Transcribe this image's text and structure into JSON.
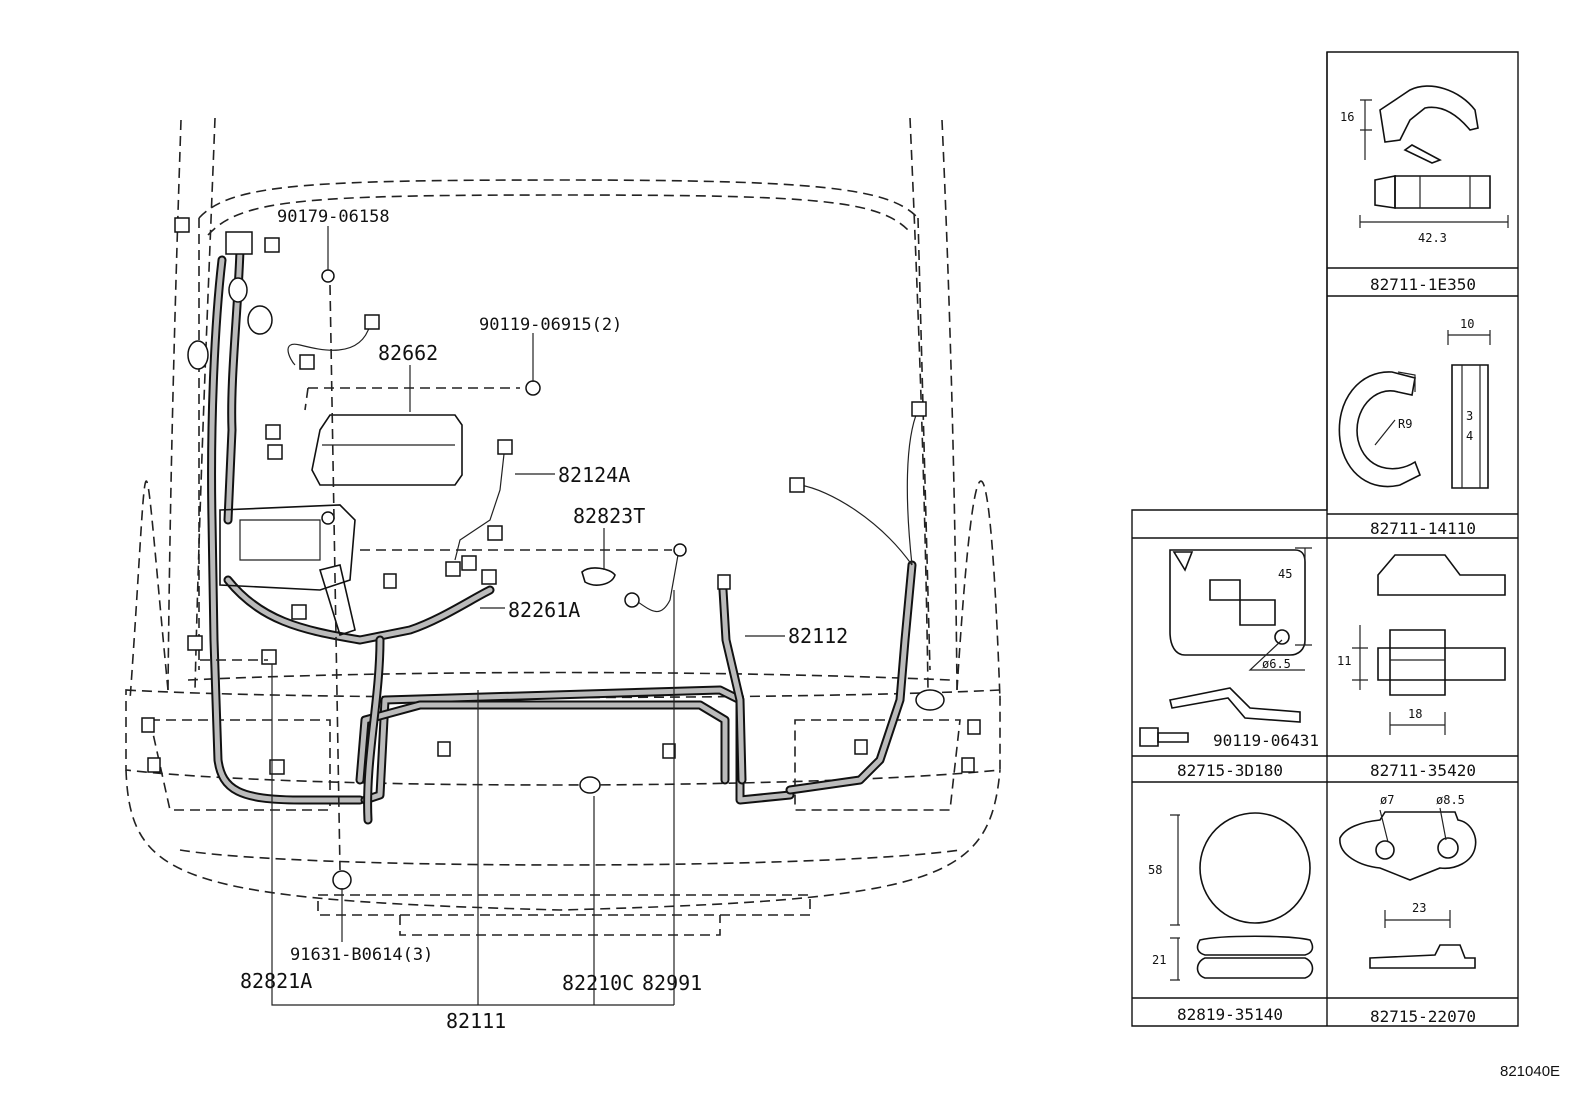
{
  "diagram_id": "821040E",
  "main_labels": {
    "l_90179": "90179-06158",
    "l_90119a": "90119-06915(2)",
    "l_82662": "82662",
    "l_82124A": "82124A",
    "l_82823T": "82823T",
    "l_82261A": "82261A",
    "l_82112": "82112",
    "l_91631": "91631-B0614(3)",
    "l_82821A": "82821A",
    "l_82210C": "82210C",
    "l_82991": "82991",
    "l_82111": "82111"
  },
  "parts_panel": {
    "p1": {
      "part": "82711-1E350",
      "dim_a": "16",
      "dim_b": "42.3"
    },
    "p2": {
      "part": "82711-14110",
      "dim_a": "10",
      "dim_r": "R9",
      "dim_c": "3",
      "dim_d": "4"
    },
    "p3": {
      "part": "82715-3D180",
      "dim_a": "45",
      "dim_b": "ø6.5",
      "bolt": "90119-06431"
    },
    "p4": {
      "part": "82711-35420",
      "dim_a": "11",
      "dim_b": "18"
    },
    "p5": {
      "part": "82819-35140",
      "dim_a": "58",
      "dim_b": "21"
    },
    "p6": {
      "part": "82715-22070",
      "dim_a": "ø7",
      "dim_b": "ø8.5",
      "dim_c": "23"
    }
  }
}
